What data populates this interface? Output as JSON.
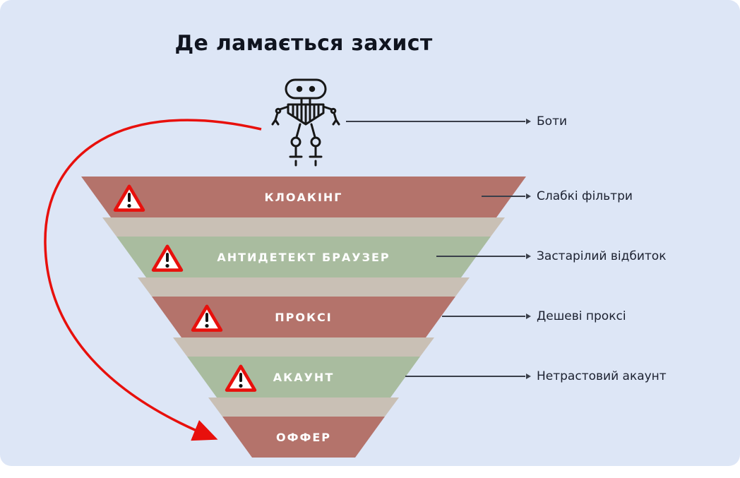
{
  "title": "Де ламається захист",
  "robot": {
    "label": "Боти"
  },
  "funnel": {
    "levels": [
      {
        "label": "КЛОАКІНГ",
        "annotation": "Слабкі фільтри",
        "color": "#b4736b",
        "warning": true
      },
      {
        "label": "АНТИДЕТЕКТ БРАУЗЕР",
        "annotation": "Застарілий відбиток",
        "color": "#a9bc9f",
        "warning": true
      },
      {
        "label": "ПРОКСІ",
        "annotation": "Дешеві проксі",
        "color": "#b4736b",
        "warning": true
      },
      {
        "label": "АКАУНТ",
        "annotation": "Нетрастовий акаунт",
        "color": "#a9bc9f",
        "warning": true
      },
      {
        "label": "ОФФЕР",
        "annotation": "",
        "color": "#b4736b",
        "warning": false
      }
    ]
  },
  "colors": {
    "background": "#dde6f6",
    "band_red": "#b4736b",
    "band_green": "#a9bc9f",
    "connector": "#c9c0b5",
    "warning_red": "#e8100c",
    "arrow_red": "#e8100c",
    "annotation_text": "#1c2130",
    "band_text": "#ffffff"
  }
}
